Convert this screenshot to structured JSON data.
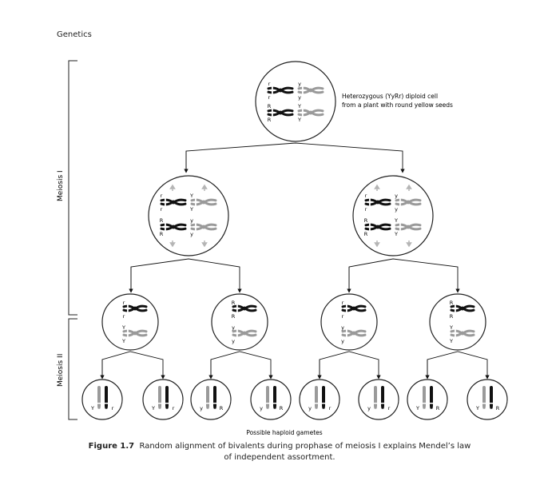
{
  "header": {
    "title": "Genetics"
  },
  "labels": {
    "meiosis1": "Meiosis I",
    "meiosis2": "Meiosis II",
    "top_note_line1": "Heterozygous (YyRr) diploid cell",
    "top_note_line2": "from a plant with round yellow seeds",
    "gametes": "Possible haploid gametes"
  },
  "caption": {
    "figure": "Figure 1.7",
    "text": "Random alignment of bivalents during prophase of meiosis I explains Mendel’s law of independent assortment."
  },
  "alleles": {
    "top": [
      [
        "r",
        "r",
        "y",
        "y"
      ],
      [
        "R",
        "R",
        "Y",
        "Y"
      ]
    ],
    "m1_left": [
      [
        "r",
        "r",
        "Y",
        "Y"
      ],
      [
        "R",
        "R",
        "y",
        "y"
      ]
    ],
    "m1_right": [
      [
        "r",
        "r",
        "y",
        "y"
      ],
      [
        "R",
        "R",
        "Y",
        "Y"
      ]
    ],
    "m2": [
      [
        "r",
        "r",
        "Y",
        "Y"
      ],
      [
        "R",
        "R",
        "y",
        "y"
      ],
      [
        "r",
        "r",
        "y",
        "y"
      ],
      [
        "R",
        "R",
        "Y",
        "Y"
      ]
    ],
    "gametes": [
      [
        "Y",
        "r"
      ],
      [
        "Y",
        "r"
      ],
      [
        "y",
        "R"
      ],
      [
        "y",
        "R"
      ],
      [
        "y",
        "r"
      ],
      [
        "y",
        "r"
      ],
      [
        "Y",
        "R"
      ],
      [
        "Y",
        "R"
      ]
    ]
  },
  "colors": {
    "dark": "#111111",
    "light": "#9a9a9a",
    "arrow_grey": "#b5b5b5"
  }
}
